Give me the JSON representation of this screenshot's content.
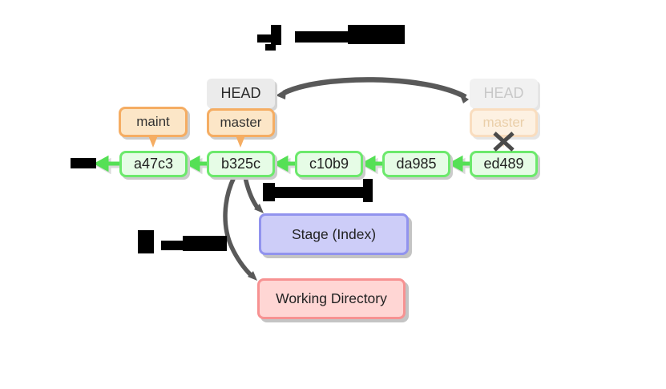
{
  "figure": {
    "commits": [
      {
        "id": "a47c3"
      },
      {
        "id": "b325c"
      },
      {
        "id": "c10b9"
      },
      {
        "id": "da985"
      },
      {
        "id": "ed489"
      }
    ],
    "labels": {
      "maint": "maint",
      "master": "master",
      "head": "HEAD",
      "faded_head": "HEAD",
      "faded_master": "master"
    },
    "areas": {
      "stage": "Stage (Index)",
      "working": "Working Directory"
    },
    "colors": {
      "commit_border": "#6ce96c",
      "commit_fill": "#e6fce6",
      "commit_arrow": "#55e055",
      "branch_border": "#f5ad63",
      "branch_fill": "#fce6c7",
      "head_fill": "#ebebeb",
      "faded_branch_border": "#f9ddbf",
      "stage_border": "#9193ee",
      "stage_fill": "#cdcdf8",
      "working_border": "#f79292",
      "working_fill": "#ffd6d4",
      "pointer_line": "#595959",
      "shadow": "#c9c9c9",
      "redaction": "#000000"
    }
  }
}
